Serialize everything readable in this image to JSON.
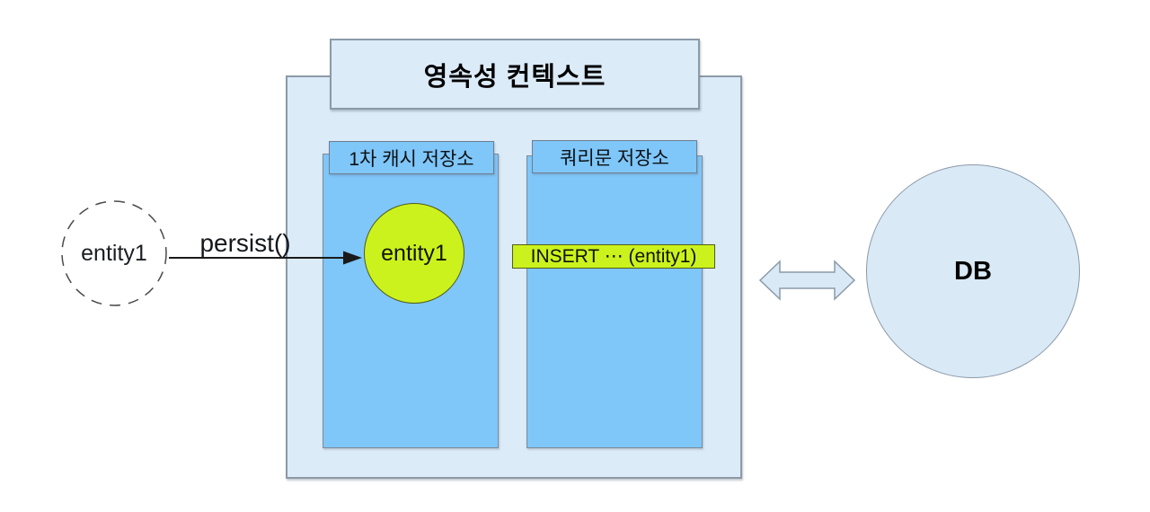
{
  "diagram": {
    "title": "영속성 컨텍스트",
    "first_cache_store": "1차 캐시 저장소",
    "query_store": "쿼리문 저장소",
    "detached_entity": "entity1",
    "persist_call": "persist()",
    "managed_entity": "entity1",
    "insert_sql": "INSERT ⋯ (entity1)",
    "db": "DB"
  },
  "colors": {
    "container_fill": "#dcebf8",
    "store_fill": "#7fc6f9",
    "green_fill": "#ccf21d",
    "green_border": "#4f5d1a",
    "db_fill": "#d9e9f6",
    "border_gray": "#8c9aa8",
    "ink": "#14181c"
  }
}
